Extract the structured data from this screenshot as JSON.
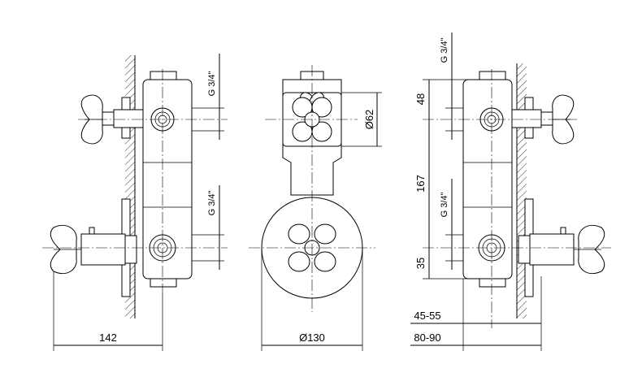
{
  "drawing": {
    "dimensions": {
      "side_view_depth": "142",
      "front_diameter": "Ø130",
      "handle_diameter": "Ø62",
      "top_spacing": "48",
      "outlet_spacing": "167",
      "bottom_spacing": "35",
      "wall_min": "45-55",
      "wall_max": "80-90"
    },
    "threads": {
      "left_top": "G 3/4\"",
      "left_bottom": "G 3/4\"",
      "right_top": "G 3/4\"",
      "right_bottom": "G 3/4\""
    }
  }
}
